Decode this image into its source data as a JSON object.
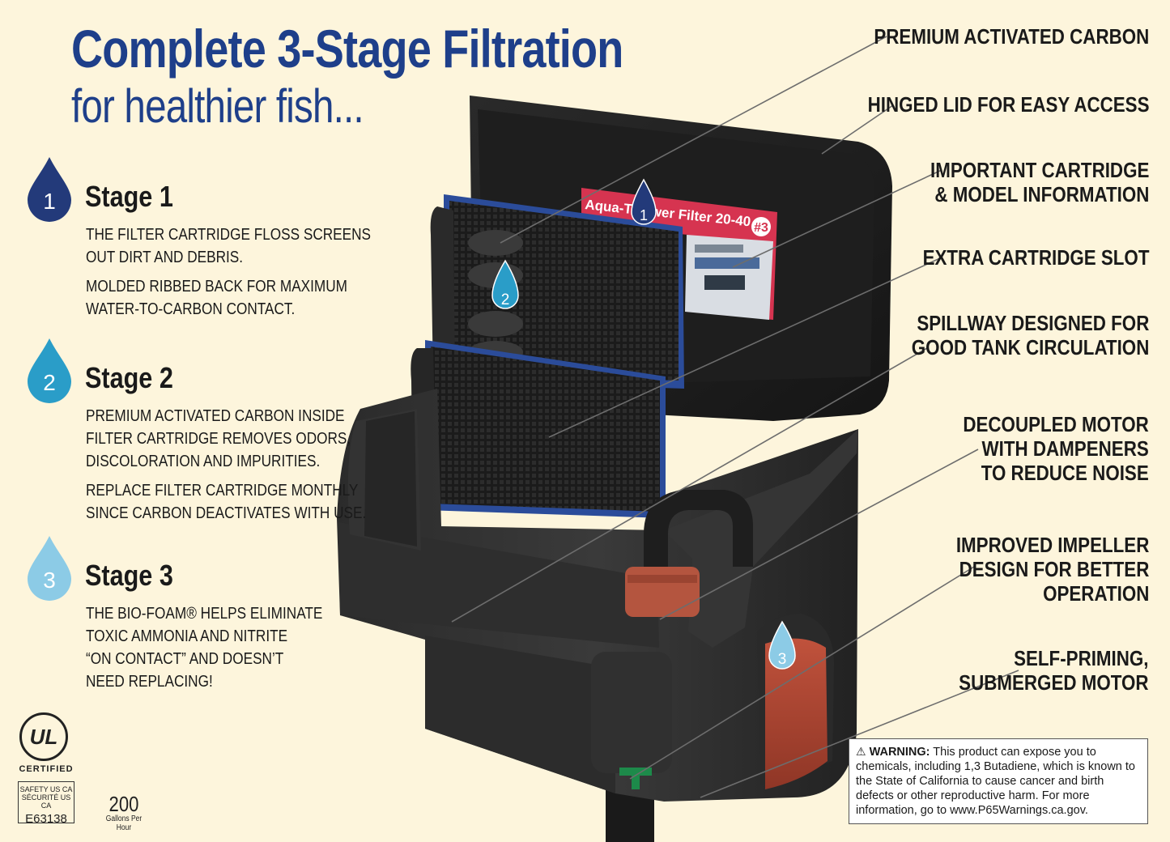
{
  "headline": {
    "line1": "Complete 3-Stage Filtration",
    "line2": "for healthier fish..."
  },
  "stages": [
    {
      "number": "1",
      "title": "Stage 1",
      "paragraphs": [
        [
          "THE FILTER CARTRIDGE FLOSS SCREENS",
          "OUT DIRT AND DEBRIS."
        ],
        [
          "MOLDED RIBBED BACK FOR MAXIMUM",
          "WATER-TO-CARBON CONTACT."
        ]
      ],
      "color": "#233a7a"
    },
    {
      "number": "2",
      "title": "Stage 2",
      "paragraphs": [
        [
          "PREMIUM ACTIVATED CARBON INSIDE",
          "FILTER CARTRIDGE REMOVES ODORS,",
          "DISCOLORATION AND IMPURITIES."
        ],
        [
          "REPLACE FILTER CARTRIDGE MONTHLY",
          "SINCE CARBON DEACTIVATES WITH USE."
        ]
      ],
      "color": "#2a9dc8"
    },
    {
      "number": "3",
      "title": "Stage 3",
      "paragraphs": [
        [
          "THE BIO-FOAM® HELPS ELIMINATE",
          "TOXIC AMMONIA AND NITRITE",
          "“ON CONTACT” AND DOESN’T",
          "NEED REPLACING!"
        ]
      ],
      "color": "#8ccbe6"
    }
  ],
  "callouts": [
    [
      "PREMIUM ACTIVATED CARBON"
    ],
    [
      "HINGED LID FOR EASY ACCESS"
    ],
    [
      "IMPORTANT CARTRIDGE",
      "& MODEL INFORMATION"
    ],
    [
      "EXTRA CARTRIDGE SLOT"
    ],
    [
      "SPILLWAY DESIGNED FOR",
      "GOOD TANK CIRCULATION"
    ],
    [
      "DECOUPLED MOTOR",
      "WITH DAMPENERS",
      "TO REDUCE NOISE"
    ],
    [
      "IMPROVED IMPELLER",
      "DESIGN FOR BETTER",
      "OPERATION"
    ],
    [
      "SELF-PRIMING,",
      "SUBMERGED MOTOR"
    ]
  ],
  "product_label": {
    "text": "Aqua-Te   ower Filter 20-40",
    "badge": "#3"
  },
  "illustration_drops": [
    "1",
    "2",
    "3"
  ],
  "ul": {
    "mark": "UL",
    "certified": "CERTIFIED",
    "line1": "SAFETY US CA",
    "line2": "SÉCURITÉ US CA",
    "number": "E63138"
  },
  "flow": {
    "value": "200",
    "unit": "Gallons Per Hour"
  },
  "warning": {
    "label": "WARNING:",
    "text": " This product can expose you to chemicals, including 1,3 Butadiene, which is known to the State of California to cause cancer and birth defects or other reproductive harm. For more information, go to www.P65Warnings.ca.gov."
  }
}
